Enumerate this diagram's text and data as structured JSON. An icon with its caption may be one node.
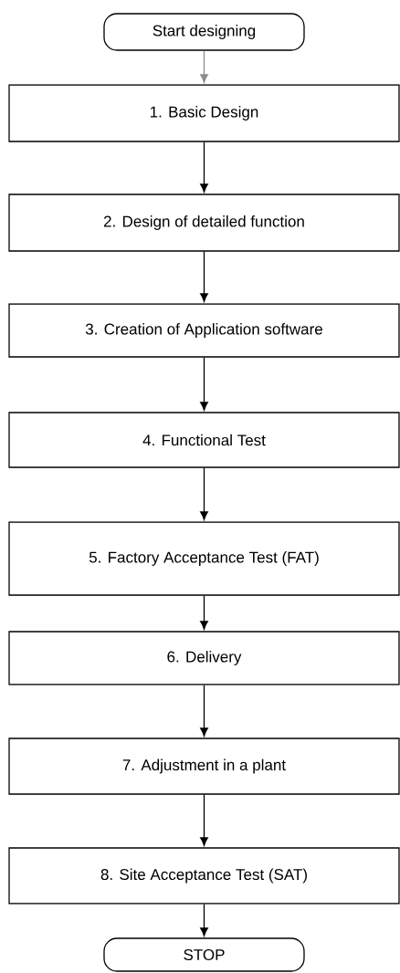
{
  "diagram": {
    "nodes": [
      {
        "text": [
          "Start designing"
        ]
      },
      {
        "text": [
          "1. Basic Design"
        ]
      },
      {
        "text": [
          "2. Design of detailed function"
        ]
      },
      {
        "text": [
          "3. Creation of Application software"
        ]
      },
      {
        "text": [
          "4. Functional Test"
        ]
      },
      {
        "text": [
          "5. Factory Acceptance Test (FAT)"
        ]
      },
      {
        "text": [
          "6. Delivery"
        ]
      },
      {
        "text": [
          "7. Adjustment in a plant"
        ]
      },
      {
        "text": [
          "8. Site Acceptance Test (SAT)"
        ]
      },
      {
        "text": [
          "STOP"
        ]
      }
    ],
    "edges": [
      {
        "from": 0,
        "to": 1,
        "arrow": "to",
        "color": "#8c8c8c"
      },
      {
        "from": 1,
        "to": 2,
        "arrow": "to"
      },
      {
        "from": 2,
        "to": 3,
        "arrow": "to"
      },
      {
        "from": 3,
        "to": 4,
        "arrow": "to"
      },
      {
        "from": 4,
        "to": 5,
        "arrow": "to"
      },
      {
        "from": 5,
        "to": 6,
        "arrow": "to"
      },
      {
        "from": 6,
        "to": 7,
        "arrow": "to"
      },
      {
        "from": 7,
        "to": 8,
        "arrow": "to"
      },
      {
        "from": 8,
        "to": 9,
        "arrow": "to"
      }
    ]
  }
}
